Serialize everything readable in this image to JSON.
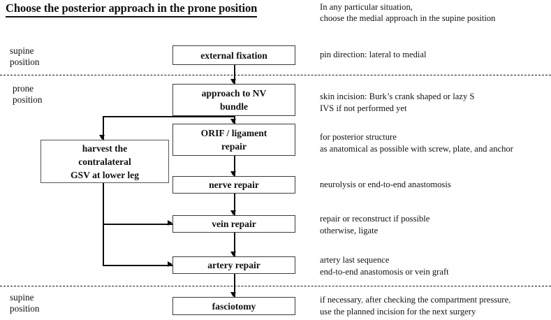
{
  "title": "Choose the posterior approach in the prone position",
  "top_note": {
    "line1": "In any particular situation,",
    "line2": "choose the medial approach in the supine position"
  },
  "position_labels": [
    {
      "id": "supine-top",
      "line1": "supine",
      "line2": "position"
    },
    {
      "id": "prone",
      "line1": "prone",
      "line2": "position"
    },
    {
      "id": "supine-bottom",
      "line1": "supine",
      "line2": "position"
    }
  ],
  "separators": [
    {
      "id": "supine-prone-divider"
    },
    {
      "id": "prone-supine-divider"
    }
  ],
  "nodes": [
    {
      "id": "external-fixation",
      "label": "external fixation"
    },
    {
      "id": "approach-nv-bundle",
      "line1": "approach to NV",
      "line2": "bundle"
    },
    {
      "id": "orif-ligament-repair",
      "line1": "ORIF / ligament",
      "line2": "repair"
    },
    {
      "id": "harvest-gsv",
      "line1": "harvest the",
      "line2": "contralateral",
      "line3": "GSV at lower leg"
    },
    {
      "id": "nerve-repair",
      "label": "nerve repair"
    },
    {
      "id": "vein-repair",
      "label": "vein repair"
    },
    {
      "id": "artery-repair",
      "label": "artery repair"
    },
    {
      "id": "fasciotomy",
      "label": "fasciotomy"
    }
  ],
  "notes": [
    {
      "id": "note-external-fixation",
      "line1": "pin direction: lateral to medial",
      "line2": ""
    },
    {
      "id": "note-approach-nv-bundle",
      "line1": "skin incision: Burk’s crank shaped or lazy S",
      "line2": "IVS if not performed yet"
    },
    {
      "id": "note-orif",
      "line1": "for posterior structure",
      "line2a": "as anatomical as possible with screw, plate",
      "line2comma": ",",
      "line2b": " and anchor"
    },
    {
      "id": "note-nerve-repair",
      "line1": "neurolysis or end-to-end anastomosis",
      "line2": ""
    },
    {
      "id": "note-vein-repair",
      "line1": "repair or reconstruct if possible",
      "line2": "otherwise, ligate"
    },
    {
      "id": "note-artery-repair",
      "line1": "artery last sequence",
      "line2": "end-to-end anastomosis or vein graft"
    },
    {
      "id": "note-fasciotomy",
      "line1a": "if necessary",
      "line1comma1": ",",
      "line1b": " after checking the compartment pressure",
      "line1comma2": ",",
      "line2": "use the planned incision for the next surgery"
    }
  ],
  "colors": {
    "line": "#0d0d0d",
    "box_border": "#3c3c3c",
    "gsv_border": "#555555",
    "text": "#111111",
    "comma_red": "#b03020",
    "background": "#ffffff"
  }
}
